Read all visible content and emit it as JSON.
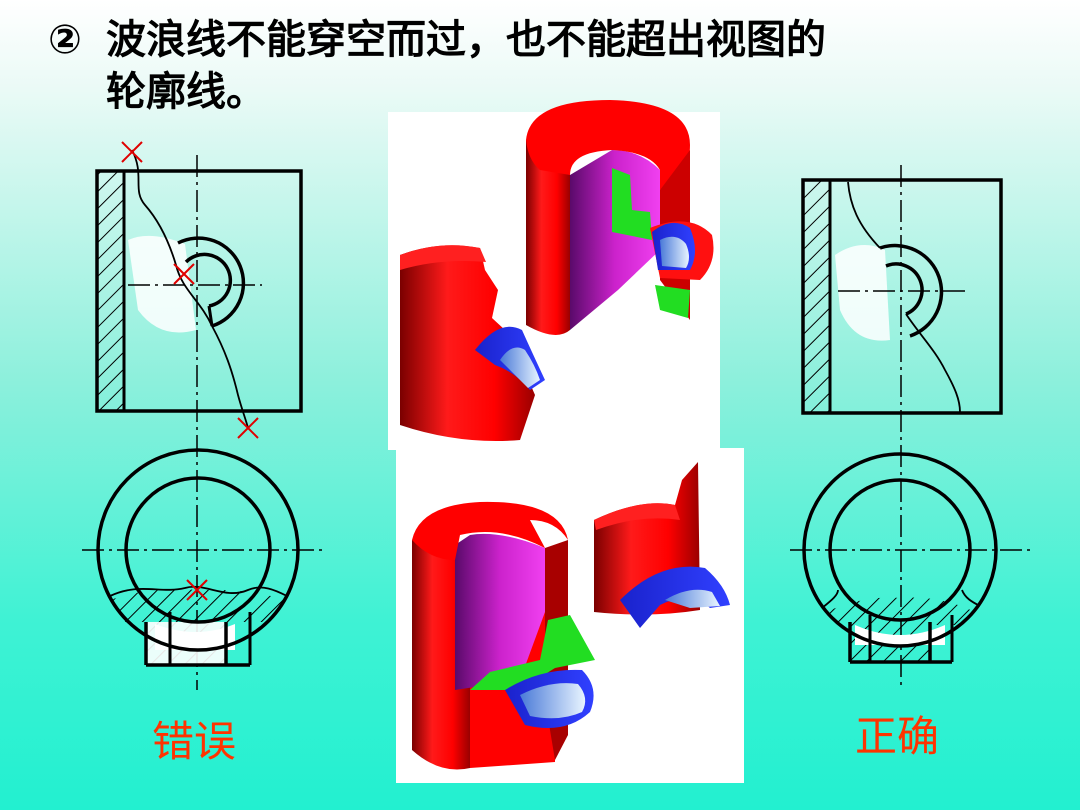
{
  "title": {
    "number": "②",
    "line1": "波浪线不能穿空而过，也不能超出视图的",
    "line2": "轮廓线。"
  },
  "captions": {
    "wrong": "错误",
    "correct": "正确"
  },
  "colors": {
    "caption": "#ff3300",
    "error_mark": "#e00000",
    "solid_red": "#ff0000",
    "inner_magenta": "#cc22cc",
    "section_green": "#22dd22",
    "hole_blue": "#1a22cc"
  }
}
